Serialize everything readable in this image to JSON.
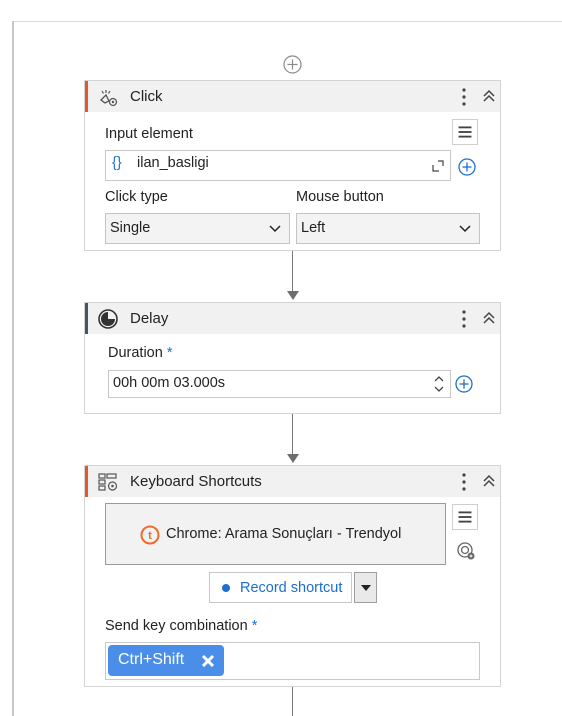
{
  "steps": {
    "click": {
      "title": "Click",
      "input_element_label": "Input element",
      "input_element_value": "ilan_basligi",
      "input_element_prefix": "{}",
      "click_type_label": "Click type",
      "click_type_value": "Single",
      "mouse_button_label": "Mouse button",
      "mouse_button_value": "Left"
    },
    "delay": {
      "title": "Delay",
      "duration_label": "Duration",
      "required_mark": "*",
      "duration_value": "00h 00m 03.000s"
    },
    "keyboard_shortcuts": {
      "title": "Keyboard Shortcuts",
      "target_text": "Chrome: Arama Sonuçları - Trendyol",
      "record_button_label": "Record shortcut",
      "send_key_label": "Send key combination",
      "required_mark": "*",
      "key_chip": "Ctrl+Shift"
    }
  },
  "colors": {
    "accent_orange": "#e4572e",
    "accent_dark": "#445566",
    "link_blue": "#1a6fd1",
    "chip_blue": "#4a8eea"
  },
  "icons": [
    "add-step-icon",
    "click-activity-icon",
    "delay-clock-icon",
    "keyboard-shortcut-icon",
    "kebab-menu-icon",
    "collapse-chevron-icon",
    "hamburger-menu-icon",
    "plus-circle-icon",
    "expand-icon",
    "chrome-trendyol-icon",
    "target-indicate-icon",
    "record-dot-icon",
    "dropdown-triangle-icon",
    "remove-x-icon"
  ]
}
